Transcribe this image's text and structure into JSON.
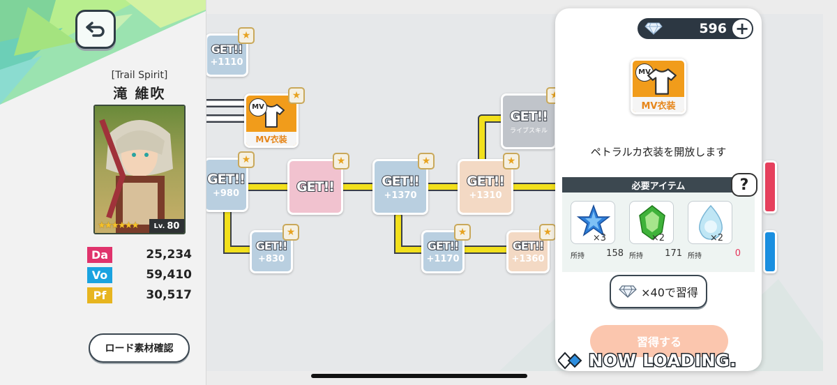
{
  "character": {
    "subtitle": "[Trail Spirit]",
    "name": "滝 維吹",
    "level_prefix": "Lv.",
    "level": "80",
    "stars": "★★★★★★"
  },
  "stats": [
    {
      "tag": "Da",
      "value": "25,234",
      "color": "#e0336c"
    },
    {
      "tag": "Vo",
      "value": "59,410",
      "color": "#1aa3e0"
    },
    {
      "tag": "Pf",
      "value": "30,517",
      "color": "#e7b51f"
    }
  ],
  "road_button": "ロード素材確認",
  "nodes": {
    "get_label": "GET!!",
    "n1_bonus": "+1110",
    "n2_bonus": "+980",
    "n3_bonus": "",
    "n4_bonus": "+1370",
    "n5_bonus": "+1310",
    "n6_bonus": "+830",
    "n7_bonus": "+1170",
    "n8_bonus": "+1360",
    "skill_text": "ライブスキル",
    "mv_badge": "MV",
    "mv_label": "MV衣装"
  },
  "panel": {
    "gem_count": "596",
    "plus": "+",
    "reward_label": "MV衣装",
    "reward_badge": "MV",
    "unlock_text": "ペトラルカ衣装を開放します",
    "required_header": "必要アイテム",
    "help": "?",
    "items": [
      {
        "qty": "×3",
        "owned_label": "所持",
        "owned": "158"
      },
      {
        "qty": "×2",
        "owned_label": "所持",
        "owned": "171"
      },
      {
        "qty": "×2",
        "owned_label": "所持",
        "owned": "0"
      }
    ],
    "learn_with_gems": "×40で習得",
    "learn": "習得する"
  },
  "loading": "NOW LOADING.",
  "icons": {
    "back": "back-arrow-icon",
    "gem": "diamond-icon"
  },
  "colors": {
    "path_yellow": "#f2e01c",
    "mv_orange": "#f19c1b",
    "dark": "#2c3742"
  }
}
